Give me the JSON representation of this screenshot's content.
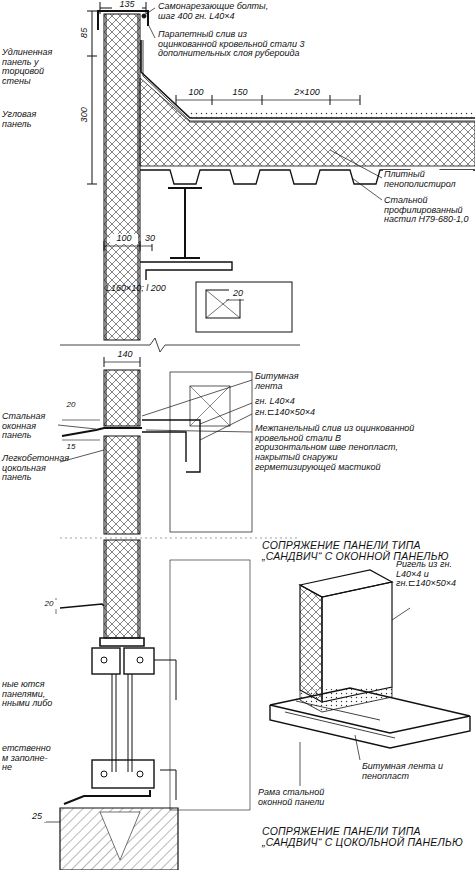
{
  "diagram": {
    "labels": [
      "135",
      "Самонарезающие болты, шаг 400 гн. L40×4",
      "Парапетный слив из оцинкованной кровельной стали 3 дополнительных слоя рубероида",
      "Удлиненная панель у торцовой стены",
      "Угловая панель",
      "85",
      "300",
      "100",
      "150",
      "2×100",
      "Плитный пенополистирол",
      "Стальной профилированный настил Н79-680-1,0",
      "100",
      "30",
      "L160×10; l 200",
      "20",
      "Битумная лента",
      "140",
      "Стальная оконная панель",
      "20",
      "15",
      "Легкобетонная цокольная панель",
      "гн. L40×4",
      "гн.⊏140×50×4",
      "Межпанельный слив из оцинкованной кровельной стали В горизонтальном шве пенопласт, накрытый снаружи герметизирующей мастикой",
      "СОПРЯЖЕНИЕ ПАНЕЛИ ТИПА „САНДВИЧ“ С ОКОННОЙ ПАНЕЛЬЮ",
      "Ригель из гн. L40×4 и гн.⊏140×50×4",
      "20",
      "ные ются панелями, нными либо",
      "етственно м заполне- не",
      "Битумная лента и пенопласт",
      "Рама стальной оконной панели",
      "25",
      "СОПРЯЖЕНИЕ ПАНЕЛИ ТИПА „САНДВИЧ“ С ЦОКОЛЬНОЙ ПАНЕЛЬЮ"
    ]
  }
}
